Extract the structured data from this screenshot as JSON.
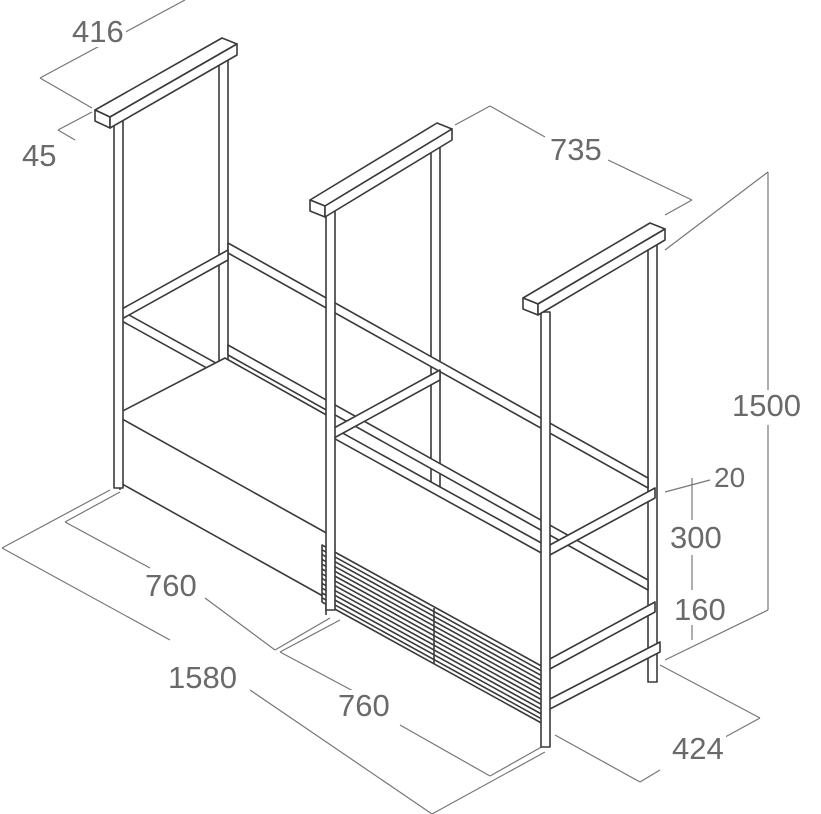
{
  "dimensions": {
    "top_depth": "416",
    "top_thickness": "45",
    "frame_spacing": "735",
    "total_height": "1500",
    "rail_gap": "20",
    "upper_shelf_height": "300",
    "lower_shelf_height": "160",
    "depth": "424",
    "module_width_left": "760",
    "module_width_right": "760",
    "total_width": "1580"
  },
  "colors": {
    "line": "#3a3a3a",
    "dimension": "#777777"
  }
}
